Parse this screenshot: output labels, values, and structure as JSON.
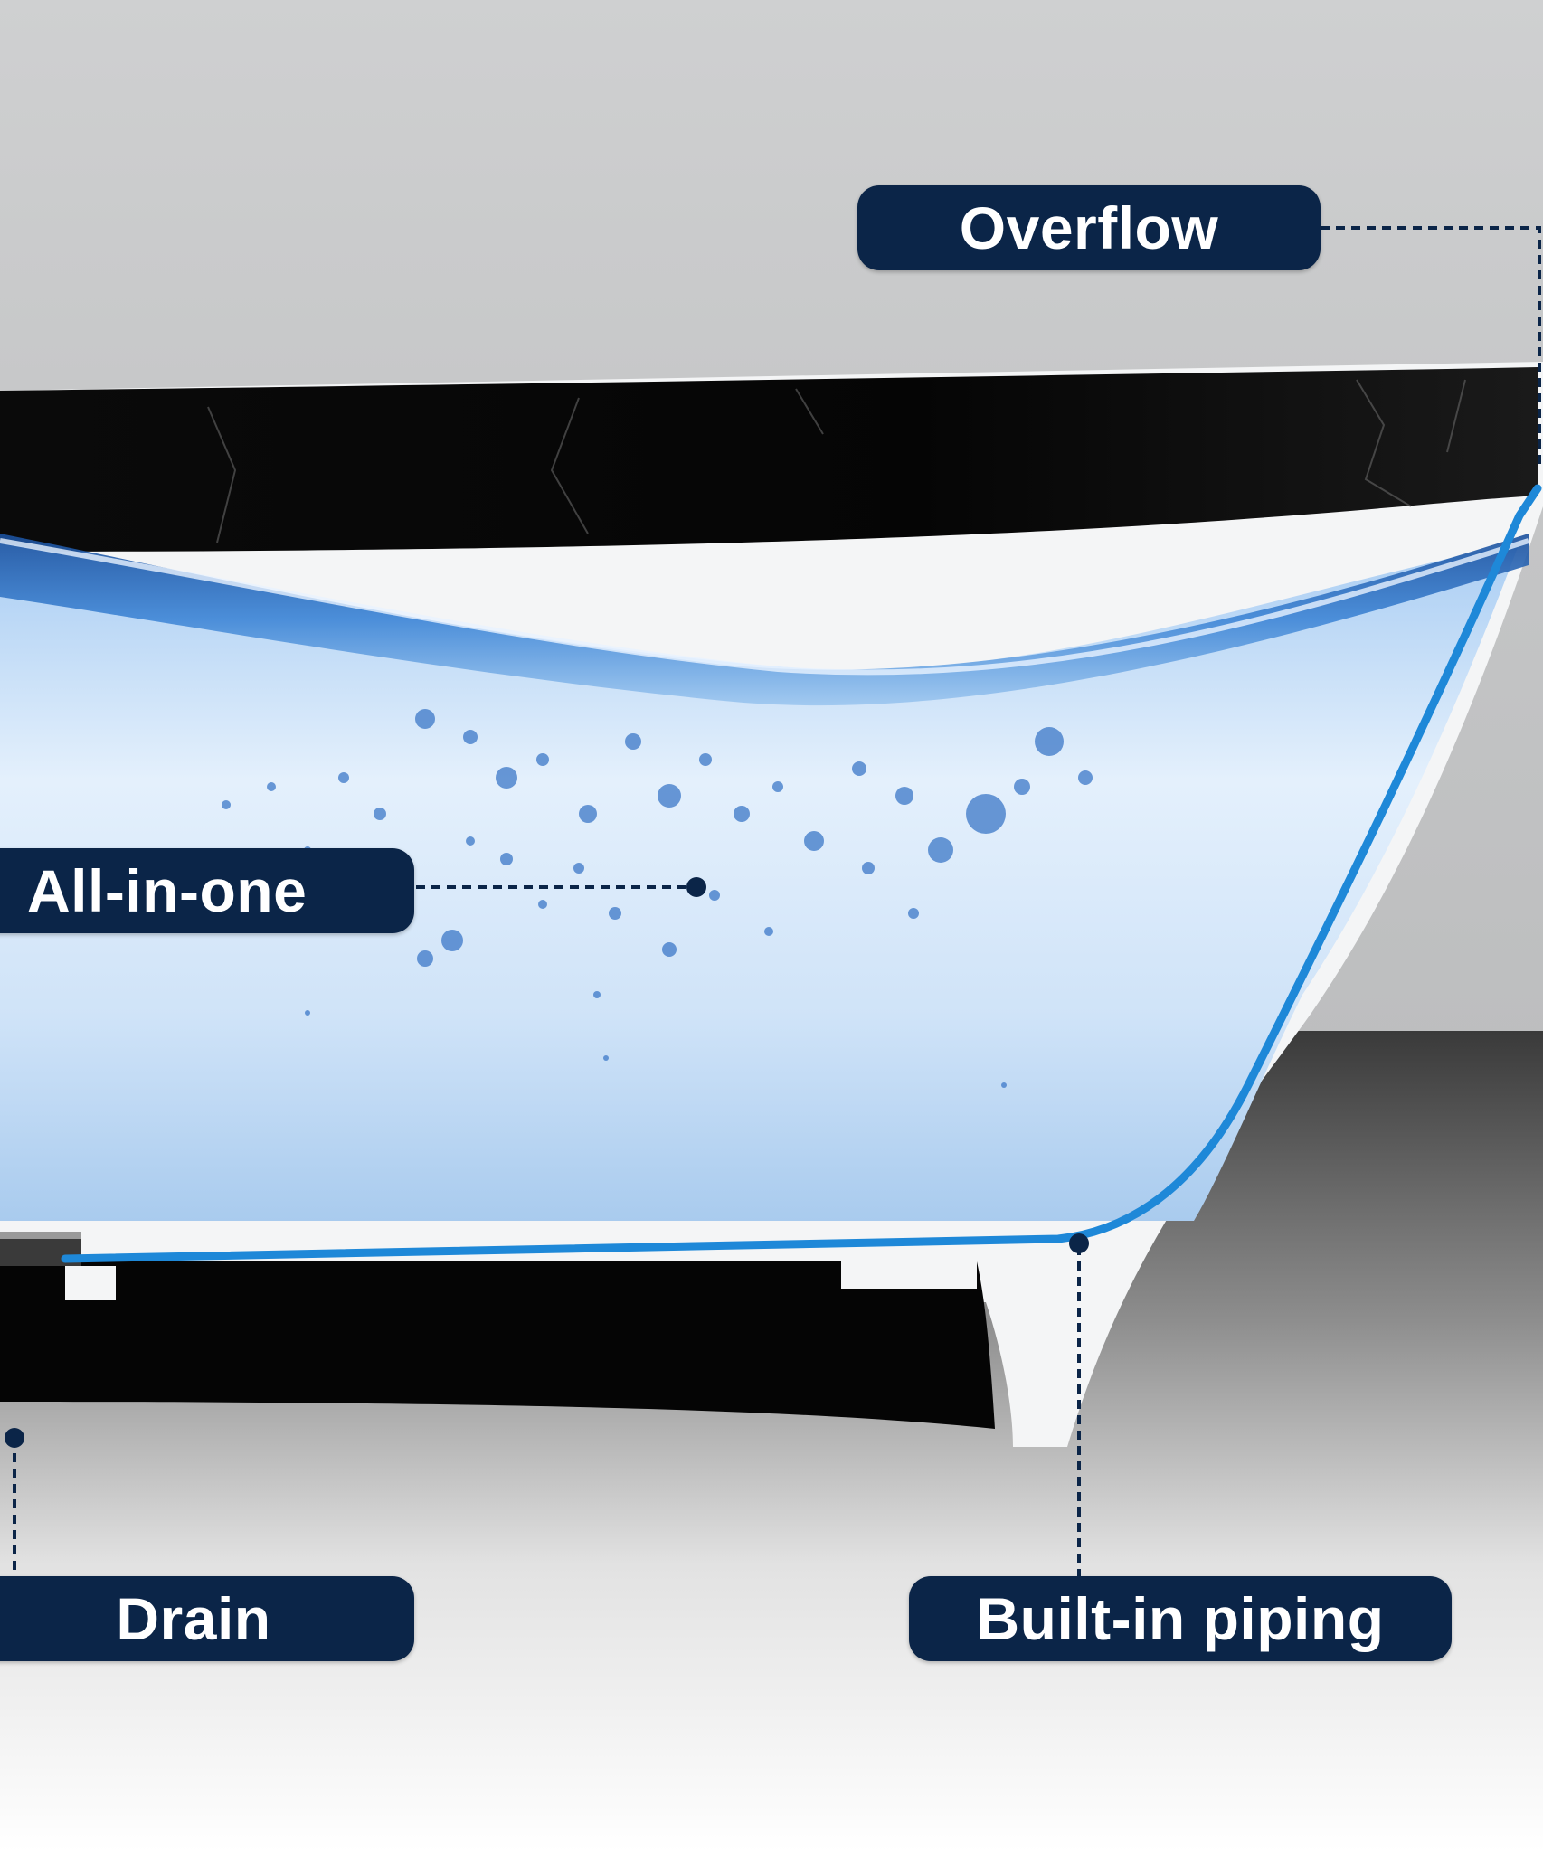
{
  "labels": {
    "overflow": "Overflow",
    "all_in_one": "All-in-one",
    "drain": "Drain",
    "built_in_piping": "Built-in piping"
  },
  "colors": {
    "label_background": "#0b2548",
    "label_text": "#ffffff",
    "pipe_blue": "#1e88d8",
    "tub_black": "#050505",
    "wall_gray": "#c9cacb",
    "water_light": "#dbeafa",
    "water_deep": "#2f6fc4"
  }
}
